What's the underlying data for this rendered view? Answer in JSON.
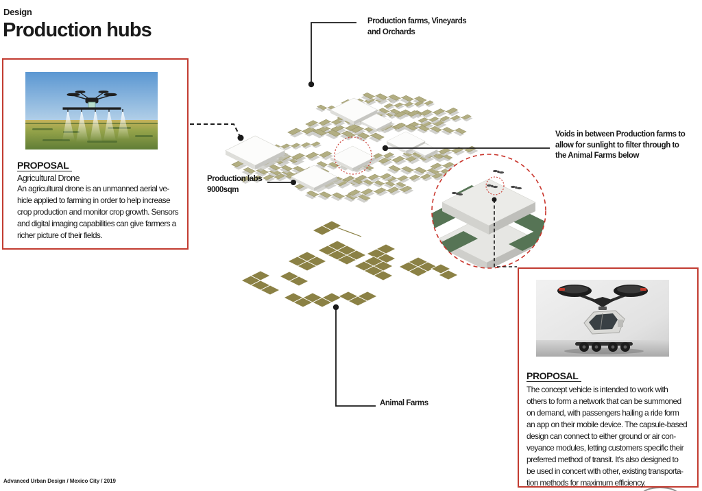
{
  "page": {
    "eyebrow": "Design",
    "title": "Production hubs",
    "footer": "Advanced Urban Design / Mexico City / 2019"
  },
  "labels": {
    "production_farms": {
      "line1": "Production farms, Vineyards",
      "line2": "and Orchards"
    },
    "production_labs": {
      "line1": "Production labs",
      "line2": "9000sqm"
    },
    "voids": {
      "line1": "Voids in between  Production farms to",
      "line2": "allow for sunlight to filter through to",
      "line3": "the Animal Farms below"
    },
    "animal_farms": "Animal Farms"
  },
  "proposal_drone": {
    "heading": "PROPOSAL",
    "subheading": "Agricultural Drone",
    "lines": [
      "An agricultural drone is an unmanned aerial ve-",
      "hicle applied to farming in order to help increase",
      "crop production and monitor crop growth. Sensors",
      "and digital imaging capabilities can give farmers a",
      "richer picture of their fields."
    ]
  },
  "proposal_vehicle": {
    "heading": "PROPOSAL",
    "lines": [
      "The concept vehicle is intended to work with",
      "others to form a network that can be summoned",
      "on demand, with passengers hailing a ride form",
      "an app on their mobile device. The capsule-based",
      "design can connect to either ground or air con-",
      "veyance modules, letting customers specific their",
      "preferred method of transit. It's also designed to",
      "be used in concert with other, existing transporta-",
      "tion methods for maximum efficiency."
    ]
  },
  "colors": {
    "accent_red": "#c23b30",
    "farm_olive": "#b2ae82",
    "animal_olive": "#8b8145",
    "detail_green": "#567455"
  }
}
